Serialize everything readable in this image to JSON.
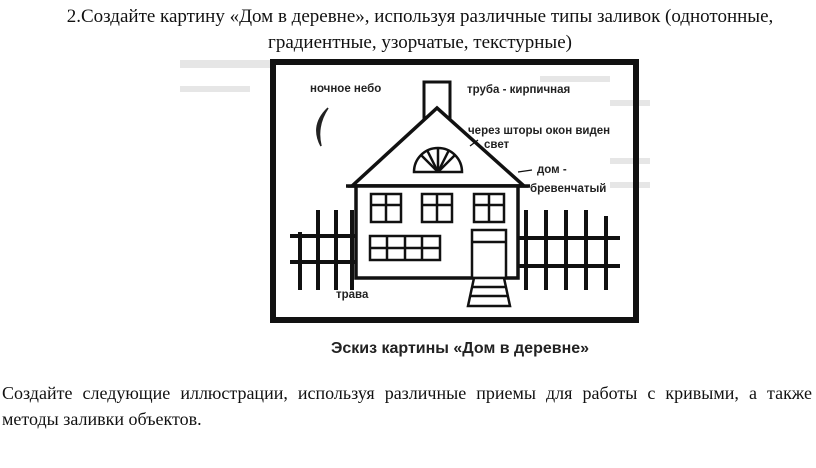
{
  "header": {
    "line1": "2.Создайте картину «Дом в деревне», используя различные типы заливок (однотонные,",
    "line2": "градиентные, узорчатые, текстурные)"
  },
  "figure": {
    "labels": {
      "night_sky": "ночное небо",
      "chimney": "труба - кирпичная",
      "windows_light_1": "через шторы окон виден",
      "windows_light_2": "свет",
      "house_1": "дом -",
      "house_2": "бревенчатый",
      "grass": "трава"
    },
    "caption": "Эскиз картины «Дом в деревне»"
  },
  "body": {
    "paragraph": "Создайте следующие иллюстрации, используя различные приемы для работы с кривыми, а также методы заливки объектов."
  }
}
